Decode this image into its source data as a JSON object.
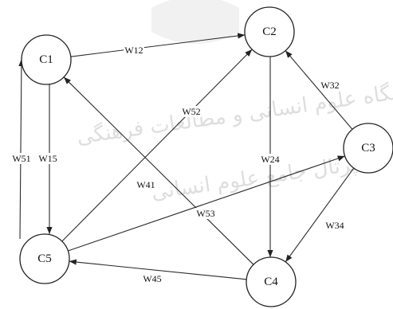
{
  "diagram": {
    "nodes": [
      {
        "id": "C1",
        "label": "C1"
      },
      {
        "id": "C2",
        "label": "C2"
      },
      {
        "id": "C3",
        "label": "C3"
      },
      {
        "id": "C4",
        "label": "C4"
      },
      {
        "id": "C5",
        "label": "C5"
      }
    ],
    "edges": [
      {
        "id": "W12",
        "from": "C1",
        "to": "C2",
        "label": "W12"
      },
      {
        "id": "W15",
        "from": "C1",
        "to": "C5",
        "label": "W15"
      },
      {
        "id": "W51",
        "from": "C5",
        "to": "C1",
        "label": "W51"
      },
      {
        "id": "W52",
        "from": "C5",
        "to": "C2",
        "label": "W52"
      },
      {
        "id": "W24",
        "from": "C2",
        "to": "C4",
        "label": "W24"
      },
      {
        "id": "W32",
        "from": "C3",
        "to": "C2",
        "label": "W32"
      },
      {
        "id": "W41",
        "from": "C4",
        "to": "C1",
        "label": "W41"
      },
      {
        "id": "W53",
        "from": "C5",
        "to": "C3",
        "label": "W53"
      },
      {
        "id": "W34",
        "from": "C3",
        "to": "C4",
        "label": "W34"
      },
      {
        "id": "W45",
        "from": "C4",
        "to": "C5",
        "label": "W45"
      }
    ]
  },
  "watermark": {
    "line1": "پژوهشگاه علوم انسانی و مطالعات فرهنگی",
    "line2": "پرتال جامع علوم انسانی"
  },
  "colors": {
    "stroke": "#222222",
    "watermark": "#e6e6e6"
  }
}
